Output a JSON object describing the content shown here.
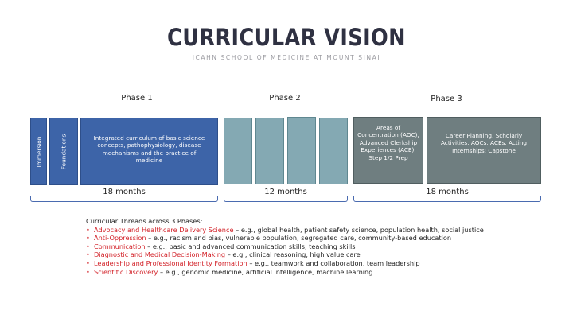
{
  "title": "CURRICULAR VISION",
  "subtitle": "ICAHN SCHOOL OF MEDICINE AT MOUNT SINAI",
  "phases": [
    {
      "label": "Phase 1",
      "duration": "18 months",
      "blocks": [
        "Immersion",
        "Foundations",
        "Integrated curriculum of basic science concepts, pathophysiology, disease mechanisms and the practice of medicine"
      ]
    },
    {
      "label": "Phase 2",
      "duration": "12 months"
    },
    {
      "label": "Phase 3",
      "duration": "18 months",
      "blocks": [
        "Areas of Concentration (AOC), Advanced Clerkship Experiences (ACE), Step 1/2 Prep",
        "Career Planning, Scholarly Activities, AOCs, ACEs, Acting Internships; Capstone"
      ]
    }
  ],
  "threads": {
    "heading": "Curricular Threads across 3 Phases:",
    "items": [
      {
        "name": "Advocacy and Healthcare Delivery Science",
        "desc": " – e.g., global health, patient safety science, population health, social justice"
      },
      {
        "name": "Anti-Oppression",
        "desc": " – e.g., racism and bias, vulnerable population, segregated care, community-based education"
      },
      {
        "name": "Communication",
        "desc": " – e.g., basic and advanced communication skills, teaching skills"
      },
      {
        "name": "Diagnostic and Medical Decision-Making",
        "desc": " – e.g., clinical reasoning, high value care"
      },
      {
        "name": "Leadership and Professional Identity Formation",
        "desc": " – e.g., teamwork and collaboration, team leadership"
      },
      {
        "name": "Scientific Discovery",
        "desc": " – e.g., genomic medicine, artificial intelligence, machine learning"
      }
    ]
  },
  "colors": {
    "phase1": "#3d64a8",
    "phase2": "#84a9b3",
    "phase3": "#6f7e80",
    "accent": "#d21f26"
  }
}
